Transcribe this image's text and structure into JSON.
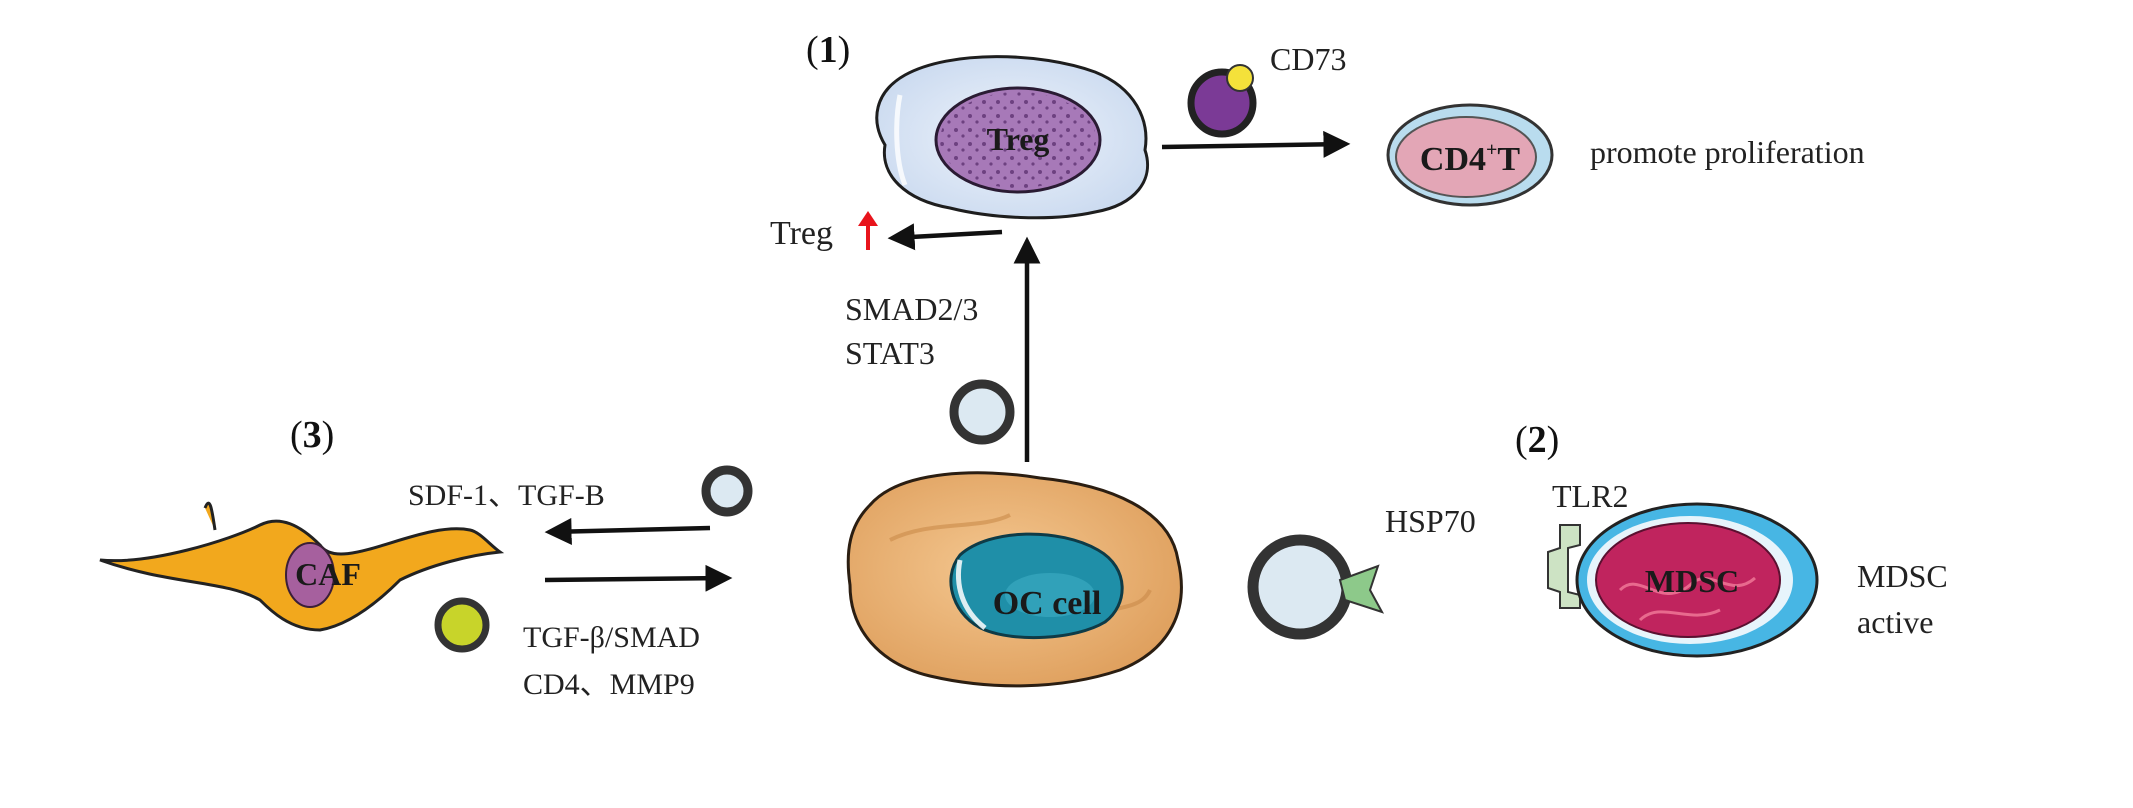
{
  "panels": {
    "panel1": {
      "open": "(",
      "number": "1",
      "close": ")"
    },
    "panel2": {
      "open": "(",
      "number": "2",
      "close": ")"
    },
    "panel3": {
      "open": "(",
      "number": "3",
      "close": ")"
    }
  },
  "cells": {
    "treg": "Treg",
    "cd4t": {
      "main": "CD4",
      "sup": "+",
      "tail": "T"
    },
    "oc": "OC cell",
    "caf": "CAF",
    "mdsc": "MDSC"
  },
  "labels": {
    "cd73": "CD73",
    "promote": "promote proliferation",
    "treg_up": "Treg",
    "smad23": "SMAD2/3",
    "stat3": "STAT3",
    "sdf1": "SDF-1、TGF-B",
    "tgfb_smad": "TGF-β/SMAD",
    "cd4_mmp9": "CD4、MMP9",
    "hsp70": "HSP70",
    "tlr2": "TLR2",
    "mdsc_line1": "MDSC",
    "mdsc_line2": "active"
  },
  "colors": {
    "up_arrow": "#e8141c",
    "treg_cell": "#d8e4f4",
    "treg_nucleus": "#a779b8",
    "oc_cell": "#e9b373",
    "oc_nucleus": "#1f8fa8",
    "caf_cell": "#f2a81d",
    "caf_nucleus": "#a6609e",
    "mdsc_outer": "#47b6e4",
    "mdsc_inner": "#c0245e",
    "cd4_outer": "#b9dcee",
    "cd4_inner": "#e3a6b6",
    "vesicle_light": "#dce9f2",
    "vesicle_ring": "#333333",
    "cd73_vesicle": "#7b3a96",
    "cd73_dot": "#f4e13a",
    "yellow_vesicle": "#c8d42a",
    "hsp70_green": "#8dc98a",
    "tlr2_receptor": "#cde3c4"
  }
}
